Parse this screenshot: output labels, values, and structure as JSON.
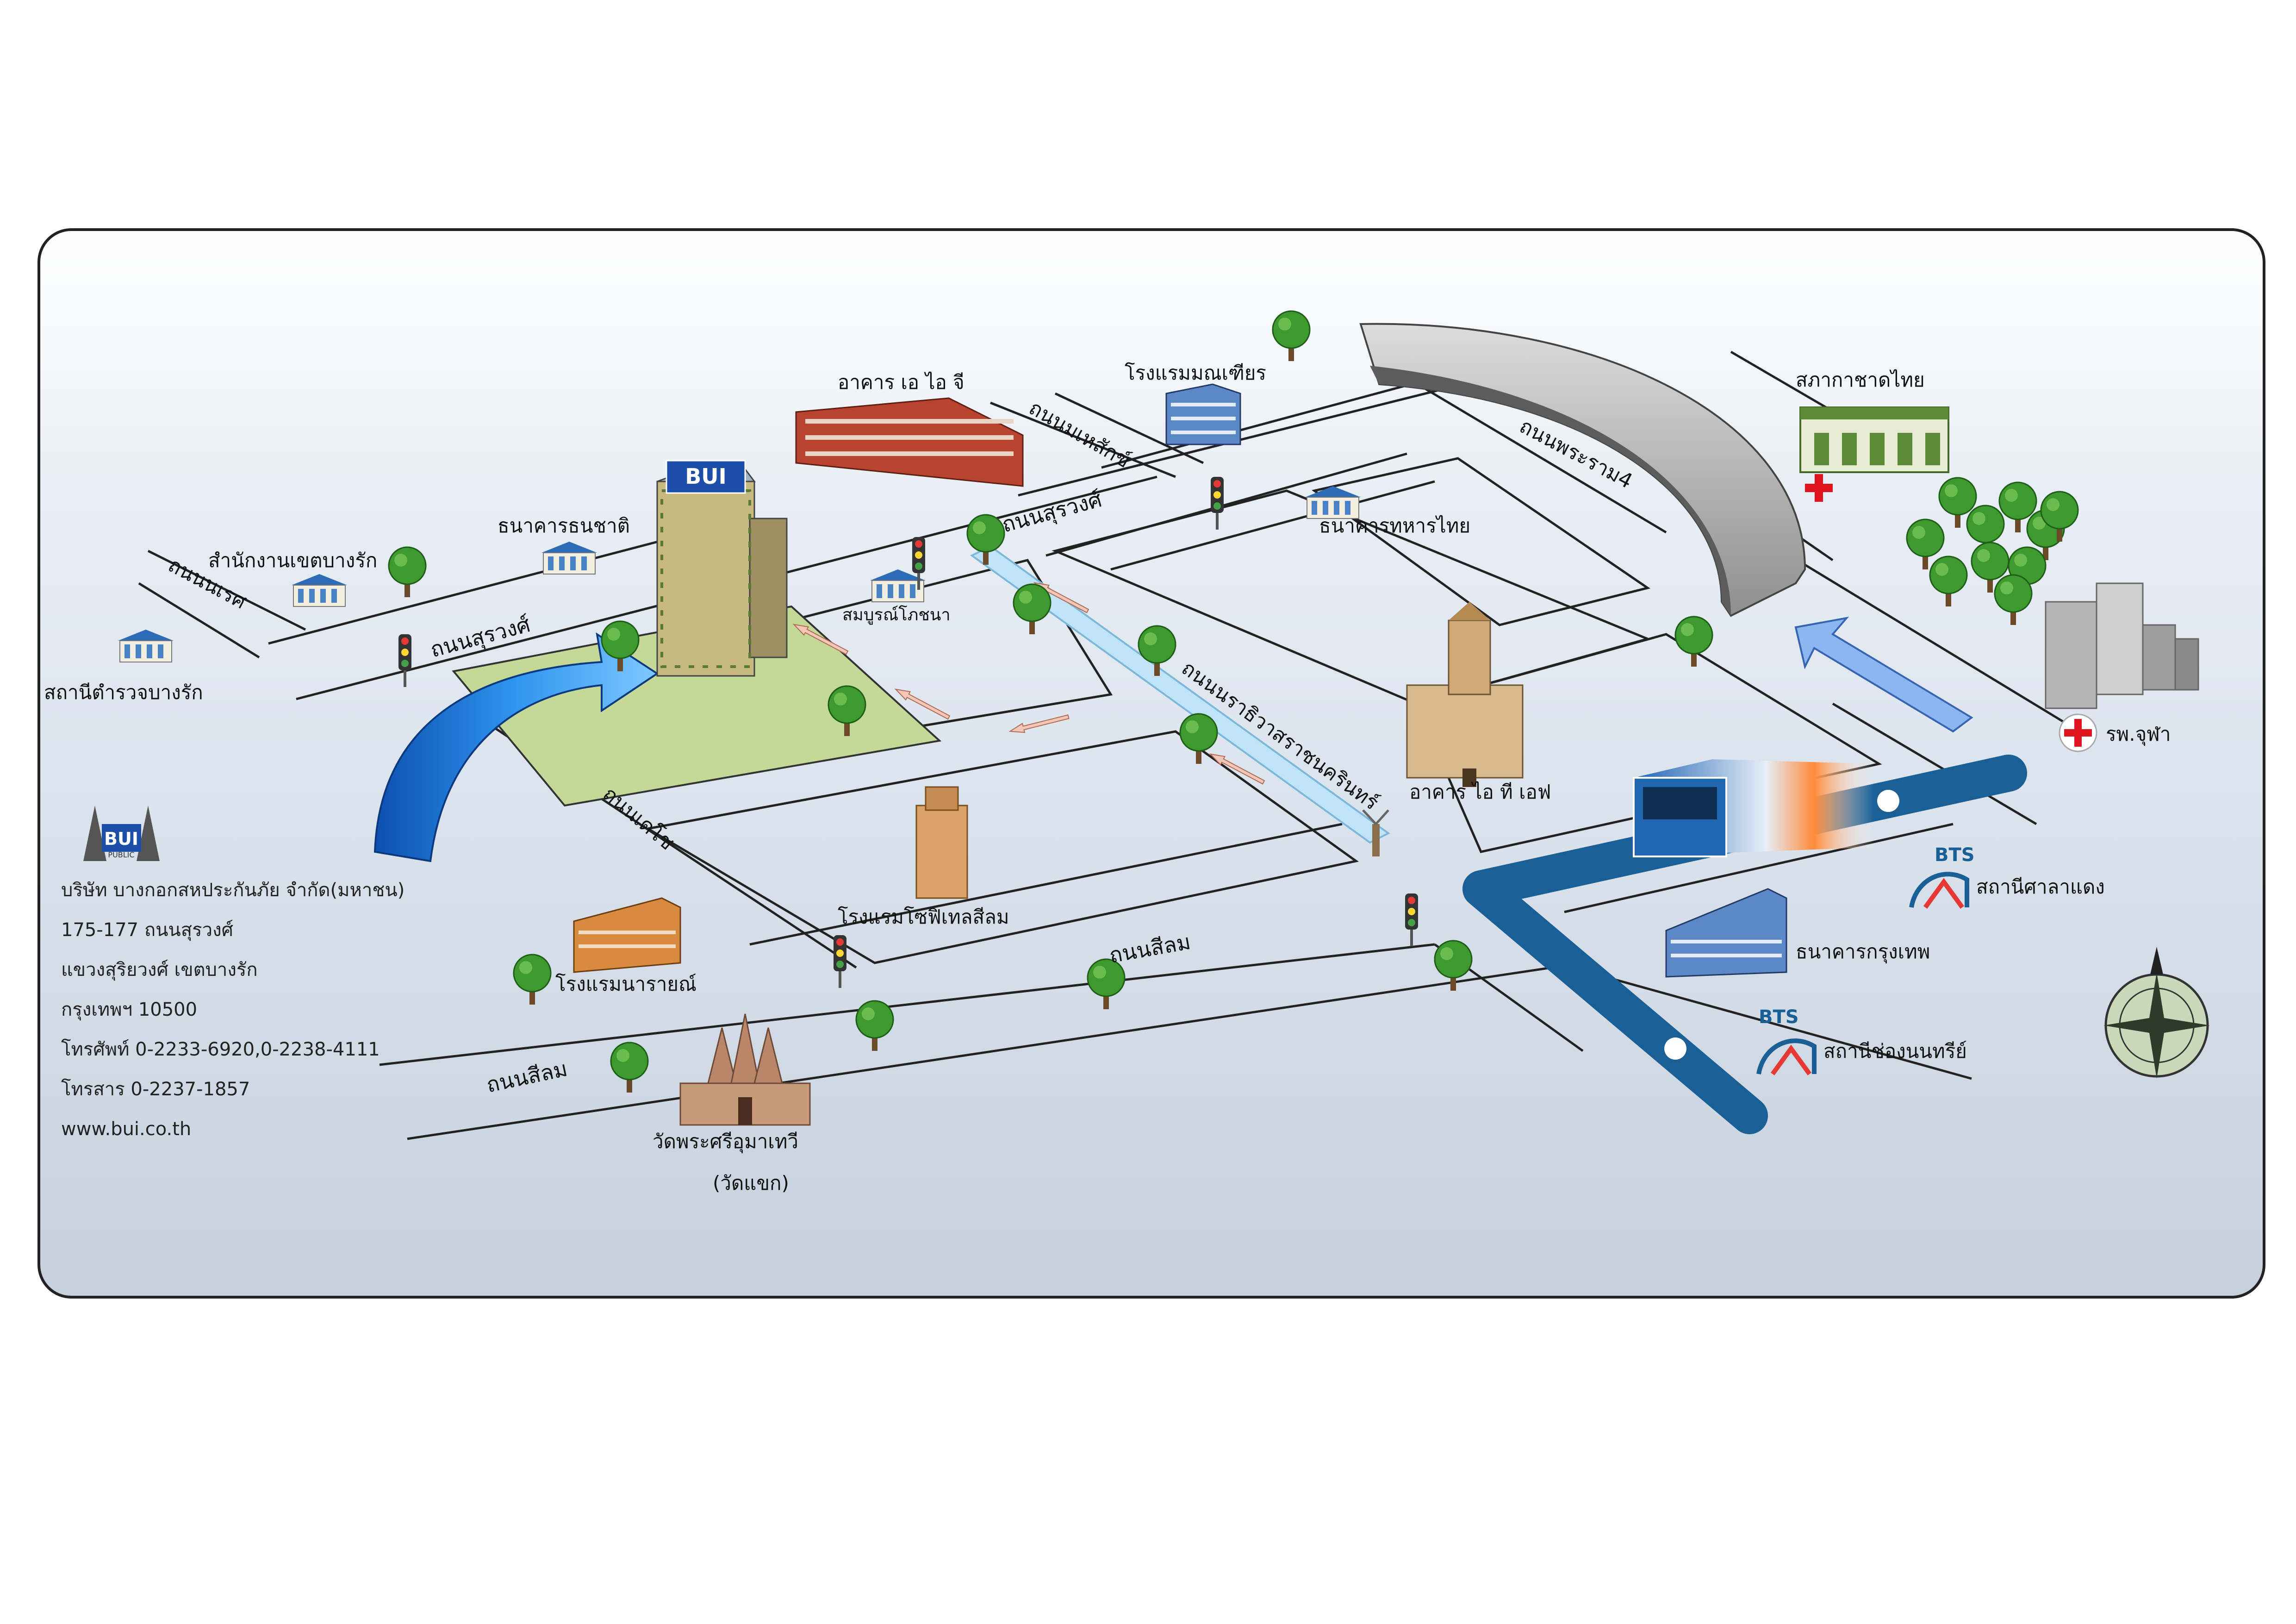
{
  "roads": {
    "surawong_west": "ถนนสุรวงศ์",
    "surawong_mid": "ถนนสุรวงศ์",
    "naret": "ถนนนเรศ",
    "mahesak": "ถนนมเหสักข์",
    "decho": "ถนนเดโช",
    "silom_east": "ถนนสีลม",
    "silom_west": "ถนนสีลม",
    "narathiwat": "ถนนนราธิวาสราชนครินทร์",
    "rama4": "ถนนพระราม4"
  },
  "landmarks": {
    "police_station": "สถานีตำรวจบางรัก",
    "district_office": "สำนักงานเขตบางรัก",
    "thanachart_bank": "ธนาคารธนชาติ",
    "aig_building": "อาคาร เอ ไอ จี",
    "montien_hotel": "โรงแรมมณเฑียร",
    "red_cross": "สภากาชาดไทย",
    "tmb_bank": "ธนาคารทหารไทย",
    "somboon_restaurant": "สมบูรณ์โภชนา",
    "ite_building": "อาคาร ไอ ที เอฟ",
    "sofitel_hotel": "โรงแรมโซฟิเทลสีลม",
    "narai_hotel": "โรงแรมนารายณ์",
    "chula_hospital": "รพ.จุฬา",
    "bts_saladaeng": "สถานีศาลาแดง",
    "bangkok_bank": "ธนาคารกรุงเทพ",
    "bts_chongnonsi": "สถานีช่องนนทรีย์",
    "temple": "วัดพระศรีอุมาเทวี",
    "temple_alt": "(วัดแขก)"
  },
  "building_sign": "BUI",
  "bts_logo_text": "BTS",
  "company": {
    "logo_text": "BUI",
    "logo_sub": "PUBLIC",
    "name": "บริษัท บางกอกสหประกันภัย จำกัด(มหาชน)",
    "address1": "175-177 ถนนสุรวงศ์",
    "address2": "แขวงสุริยวงศ์ เขตบางรัก",
    "address3": "กรุงเทพฯ 10500",
    "phone": "โทรศัพท์ 0-2233-6920,0-2238-4111",
    "fax": "โทรสาร 0-2237-1857",
    "web": "www.bui.co.th"
  },
  "colors": {
    "frame_bg_top": "#ffffff",
    "frame_bg_bottom": "#c9d3e0",
    "bts_line": "#1a5f95",
    "route_arrow": "#2196f3",
    "plot": "#c4d898",
    "expressway": "#a9a9a9",
    "tree": "#3e9a2e",
    "brick": "#b8432e",
    "tan": "#d8b98c",
    "cross": "#e0141e"
  }
}
